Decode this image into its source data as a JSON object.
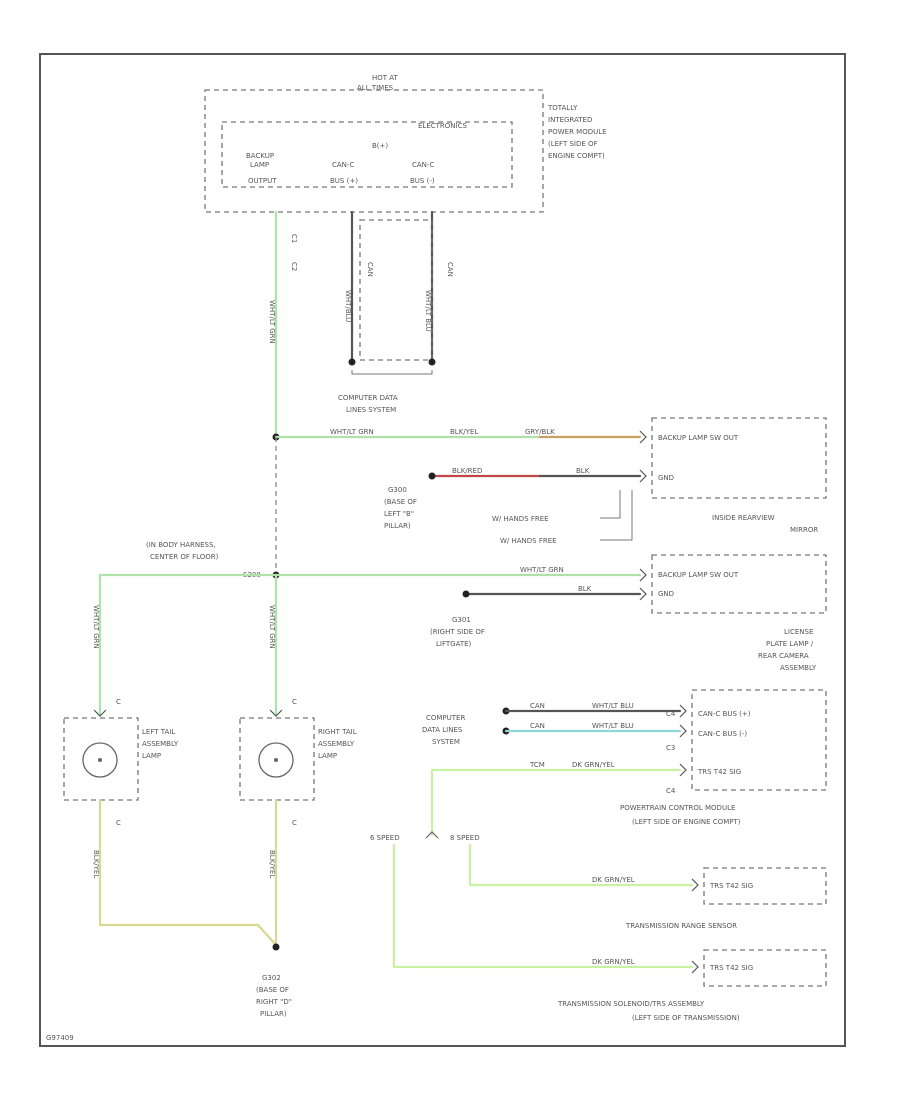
{
  "colors": {
    "wire_green": "#aee3a8",
    "wire_lightgreen": "#c8f2a0",
    "wire_dark": "#555555",
    "wire_yellow": "#d8d890",
    "wire_red": "#c04848",
    "wire_orange": "#c8a060",
    "wire_cyan": "#8fd8d8",
    "frame": "#555555"
  },
  "module_top": {
    "hot_at": "HOT AT",
    "all_times": "ALL TIMES",
    "electronics": "ELECTRONICS",
    "fuse": "B(+)",
    "backup_lamp": "BACKUP",
    "lamp": "LAMP",
    "output": "OUTPUT",
    "hs_can_h": "CAN-C",
    "bus_h": "BUS (+)",
    "hs_can_l": "CAN-C",
    "bus_l": "BUS (-)",
    "name": [
      "TOTALLY",
      "INTEGRATED",
      "POWER MODULE",
      "(LEFT SIDE OF",
      "ENGINE COMPT)"
    ]
  },
  "wires_top": {
    "c1": "C1",
    "c2": "C2",
    "wht_grn": "WHT/LT GRN",
    "wht_blu": "WHT/BLU",
    "wht_blu2": "WHT/LT BLU",
    "can1": "CAN",
    "can2": "CAN"
  },
  "cdl_top": [
    "COMPUTER DATA",
    "LINES SYSTEM"
  ],
  "mirror": {
    "wire_label_1": "WHT/LT GRN",
    "wire_label_2": "BLK/YEL",
    "wire_label_3": "GRY/BLK",
    "gnd_wire_1": "BLK/RED",
    "gnd_wire_2": "BLK",
    "pin1": "BACKUP LAMP SW OUT",
    "pin2": "GND",
    "ground": [
      "G300",
      "(BASE OF",
      "LEFT \"B\"",
      "PILLAR)"
    ],
    "hands_free_1": "W/ HANDS FREE",
    "hands_free_2": "W/ HANDS FREE",
    "name": [
      "INSIDE REARVIEW",
      "MIRROR"
    ]
  },
  "harness": [
    "(IN BODY HARNESS,",
    "CENTER OF FLOOR)"
  ],
  "splice": "S208",
  "camera": {
    "wire_label_1": "WHT/LT GRN",
    "wire_label_2": "BLK",
    "pin1": "BACKUP LAMP SW OUT",
    "pin2": "GND",
    "ground": [
      "G301",
      "(RIGHT SIDE OF",
      "LIFTGATE)"
    ],
    "name": [
      "LICENSE",
      "PLATE LAMP /",
      "REAR CAMERA",
      "ASSEMBLY"
    ]
  },
  "left_tail": {
    "wire": "WHT/LT GRN",
    "gnd_wire": "BLK/YEL",
    "conn_top": "C",
    "conn_bot": "C",
    "name": [
      "LEFT TAIL",
      "ASSEMBLY",
      "LAMP"
    ]
  },
  "right_tail": {
    "wire": "WHT/LT GRN",
    "gnd_wire": "BLK/YEL",
    "conn_top": "C",
    "conn_bot": "C",
    "name": [
      "RIGHT TAIL",
      "ASSEMBLY",
      "LAMP"
    ]
  },
  "gnd_bottom": [
    "G302",
    "(BASE OF",
    "RIGHT \"D\"",
    "PILLAR)"
  ],
  "pcm": {
    "cdl": [
      "COMPUTER",
      "DATA LINES",
      "SYSTEM"
    ],
    "w1a": "CAN",
    "w1b": "WHT/LT BLU",
    "w2a": "CAN",
    "w2b": "WHT/LT BLU",
    "w3a": "TCM",
    "w3b": "DK GRN/YEL",
    "pin1": "CAN-C BUS (+)",
    "pin2": "CAN-C BUS (-)",
    "pin3": "TRS T42 SIG",
    "pin_num1": "C4",
    "pin_num2": "C3",
    "pin_num3": "C4",
    "name": [
      "POWERTRAIN CONTROL MODULE",
      "(LEFT SIDE OF ENGINE COMPT)"
    ]
  },
  "speeds": {
    "six": "6 SPEED",
    "eight": "8 SPEED"
  },
  "trs": {
    "wire": "DK GRN/YEL",
    "pin": "TRS T42 SIG",
    "name": "TRANSMISSION RANGE SENSOR"
  },
  "tcm": {
    "wire": "DK GRN/YEL",
    "pin": "TRS T42 SIG",
    "name": [
      "TRANSMISSION SOLENOID/TRS ASSEMBLY",
      "(LEFT SIDE OF TRANSMISSION)"
    ]
  },
  "figure_id": "G97409"
}
